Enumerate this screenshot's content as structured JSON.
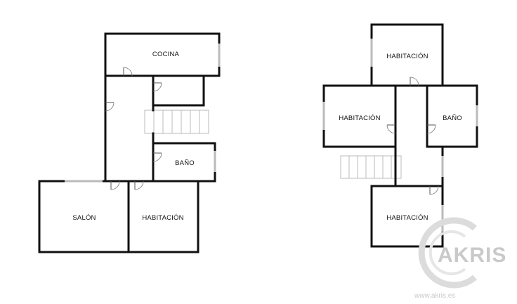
{
  "floor_1": {
    "rooms": {
      "cocina": "COCINA",
      "bano": "BAÑO",
      "salon": "SALÓN",
      "habitacion": "HABITACIÓN"
    }
  },
  "floor_2": {
    "rooms": {
      "habitacion_top": "HABITACIÓN",
      "habitacion_left": "HABITACIÓN",
      "bano": "BAÑO",
      "habitacion_bottom": "HABITACIÓN"
    }
  },
  "watermark": {
    "brand": "AKRIS",
    "site": "www.akris.es"
  },
  "colors": {
    "wall": "#111111",
    "watermark": "#c9c9c9"
  }
}
